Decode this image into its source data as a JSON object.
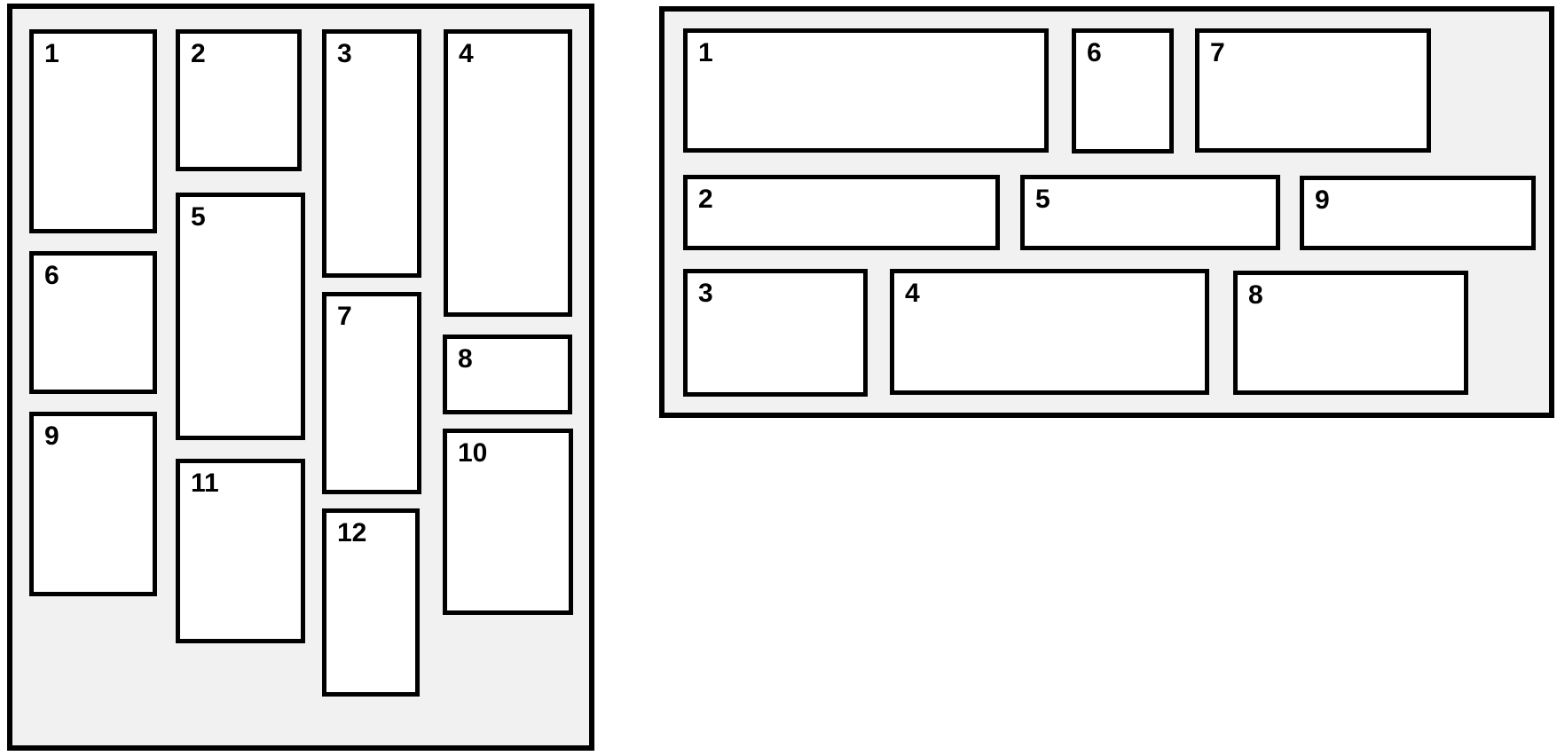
{
  "colors": {
    "page_bg": "#ffffff",
    "panel_bg": "#f1f1f1",
    "box_bg": "#ffffff",
    "border": "#000000",
    "label_text": "#000000"
  },
  "left_panel": {
    "items": [
      "1",
      "2",
      "3",
      "4",
      "5",
      "6",
      "7",
      "8",
      "9",
      "10",
      "11",
      "12"
    ]
  },
  "right_panel": {
    "items": [
      "1",
      "2",
      "3",
      "4",
      "5",
      "6",
      "7",
      "8",
      "9"
    ]
  }
}
